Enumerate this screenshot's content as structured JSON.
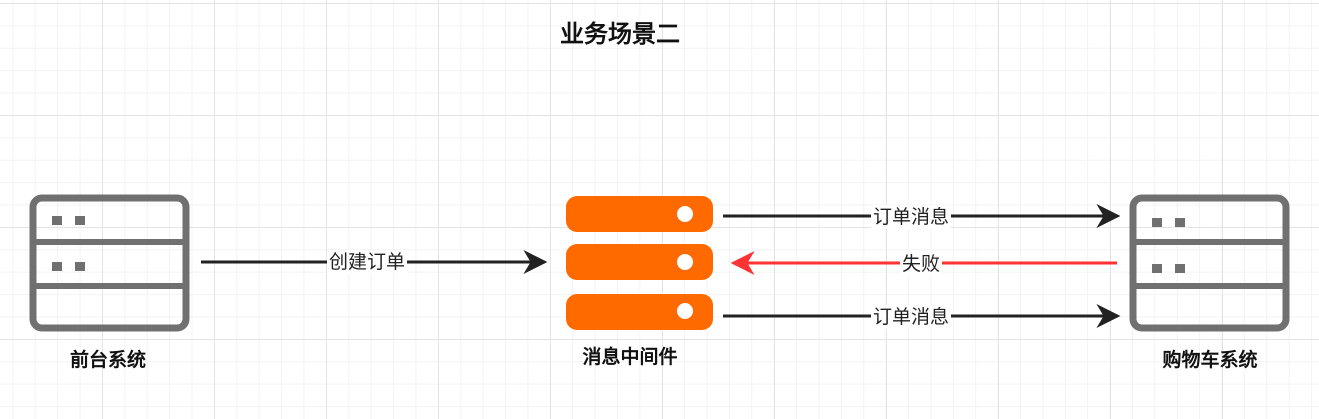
{
  "title": "业务场景二",
  "nodes": {
    "frontend": {
      "label": "前台系统",
      "icon": "server-rack-icon"
    },
    "mq": {
      "label": "消息中间件",
      "icon": "server-stack-icon"
    },
    "cart": {
      "label": "购物车系统",
      "icon": "server-rack-icon"
    }
  },
  "edges": {
    "create_order": {
      "label": "创建订单",
      "from": "前台系统",
      "to": "消息中间件"
    },
    "order_msg_1": {
      "label": "订单消息",
      "from": "消息中间件",
      "to": "购物车系统"
    },
    "failure": {
      "label": "失败",
      "from": "购物车系统",
      "to": "消息中间件"
    },
    "order_msg_2": {
      "label": "订单消息",
      "from": "消息中间件",
      "to": "购物车系统"
    }
  },
  "colors": {
    "server_gray": "#707070",
    "mq_orange": "#ff6a00",
    "edge_dark": "#222222",
    "edge_failure": "#ff3333"
  }
}
